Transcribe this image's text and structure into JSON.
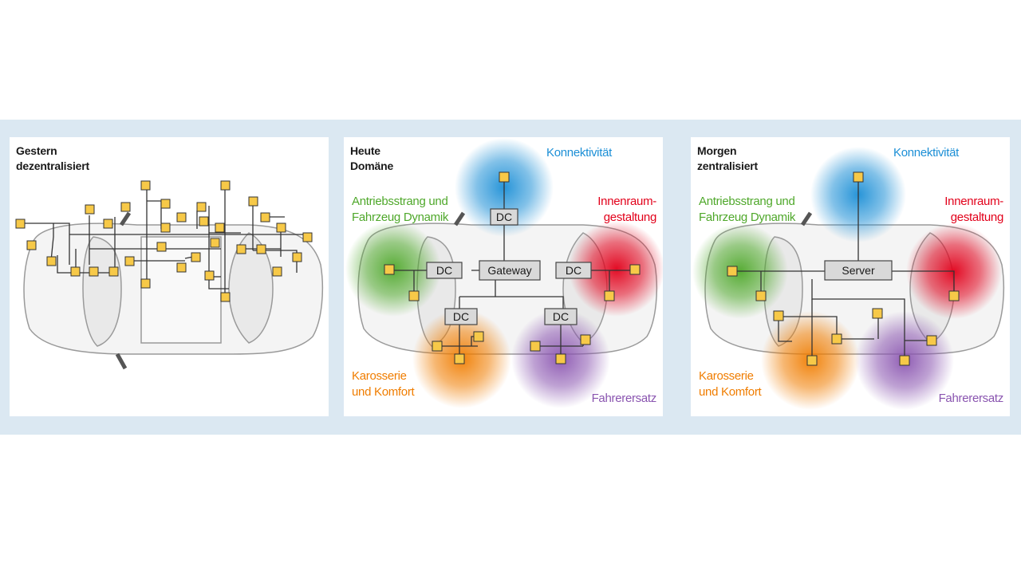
{
  "panels": [
    {
      "title_line1": "Gestern",
      "title_line2": "dezentralisiert"
    },
    {
      "title_line1": "Heute",
      "title_line2": "Domäne",
      "labels": {
        "konnektivitaet": "Konnektivität",
        "antrieb_1": "Antriebsstrang und",
        "antrieb_2": "Fahrzeug Dynamik",
        "innenraum_1": "Innenraum-",
        "innenraum_2": "gestaltung",
        "karosserie_1": "Karosserie",
        "karosserie_2": "und Komfort",
        "fahrerersatz": "Fahrerersatz"
      },
      "boxes": {
        "dc": "DC",
        "gateway": "Gateway"
      }
    },
    {
      "title_line1": "Morgen",
      "title_line2": "zentralisiert",
      "labels": {
        "konnektivitaet": "Konnektivität",
        "antrieb_1": "Antriebsstrang und",
        "antrieb_2": "Fahrzeug Dynamik",
        "innenraum_1": "Innenraum-",
        "innenraum_2": "gestaltung",
        "karosserie_1": "Karosserie",
        "karosserie_2": "und Komfort",
        "fahrerersatz": "Fahrerersatz"
      },
      "boxes": {
        "server": "Server"
      }
    }
  ],
  "colors": {
    "node": "#f7c948",
    "green": "#4fa82b",
    "blue": "#1c8fd6",
    "red": "#e2001a",
    "orange": "#f07d00",
    "purple": "#8a55b0"
  }
}
